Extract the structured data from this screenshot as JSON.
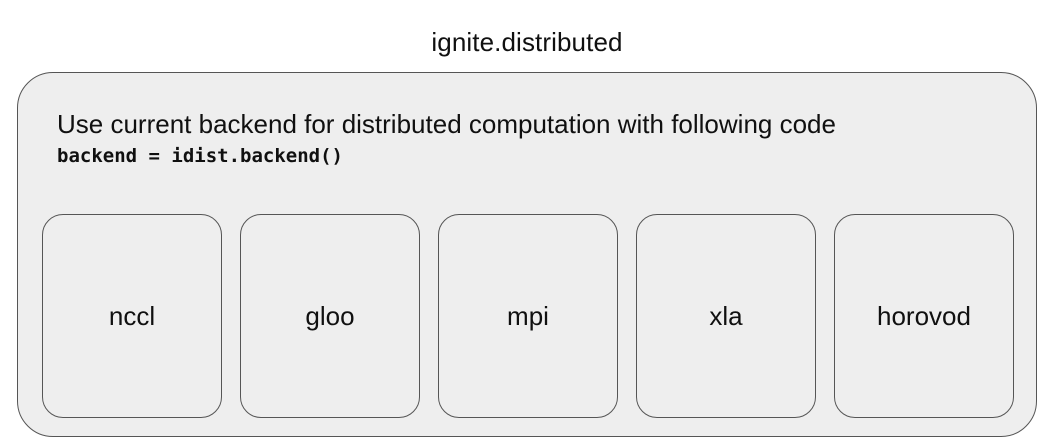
{
  "diagram": {
    "title": "ignite.distributed",
    "container": {
      "description": "Use current backend for distributed computation with following code",
      "code": "backend = idist.backend()",
      "backends": [
        {
          "label": "nccl"
        },
        {
          "label": "gloo"
        },
        {
          "label": "mpi"
        },
        {
          "label": "xla"
        },
        {
          "label": "horovod"
        }
      ]
    },
    "colors": {
      "page_background": "#ffffff",
      "box_fill": "#eeeeee",
      "box_border": "#555555",
      "text": "#101010"
    }
  }
}
